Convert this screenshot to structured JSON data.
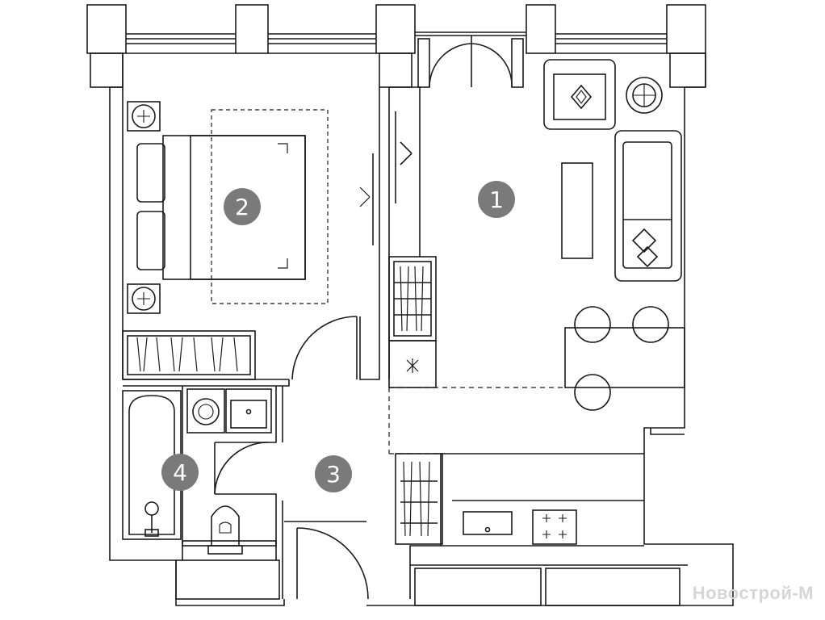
{
  "plan": {
    "rooms": [
      {
        "number": "1"
      },
      {
        "number": "2"
      },
      {
        "number": "3"
      },
      {
        "number": "4"
      }
    ],
    "watermark": "Новострой-М",
    "colors": {
      "wall": "#1a1a1a",
      "fixture": "#333333",
      "badge": "#7a7a7a",
      "watermark": "#d6d6d6"
    }
  }
}
